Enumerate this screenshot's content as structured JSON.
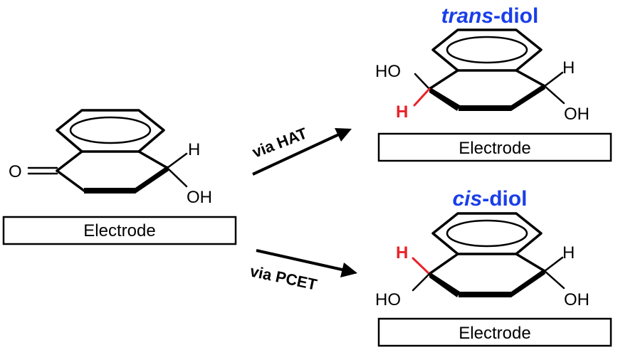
{
  "colors": {
    "title": "#1a3ee8",
    "highlight_h": "#e8232a",
    "ink": "#000000",
    "background": "#ffffff"
  },
  "reactant": {
    "carbonyl_o": "O",
    "hydrogen": "H",
    "hydroxyl": "OH",
    "electrode_label": "Electrode"
  },
  "arrow_hat": {
    "label": "via HAT"
  },
  "arrow_pcet": {
    "label": "via PCET"
  },
  "trans_product": {
    "title_prefix": "trans",
    "title_suffix": "-diol",
    "left_oh": "HO",
    "left_h": "H",
    "right_h": "H",
    "right_oh": "OH",
    "electrode_label": "Electrode"
  },
  "cis_product": {
    "title_prefix": "cis",
    "title_suffix": "-diol",
    "left_h": "H",
    "left_oh": "HO",
    "right_h": "H",
    "right_oh": "OH",
    "electrode_label": "Electrode"
  }
}
